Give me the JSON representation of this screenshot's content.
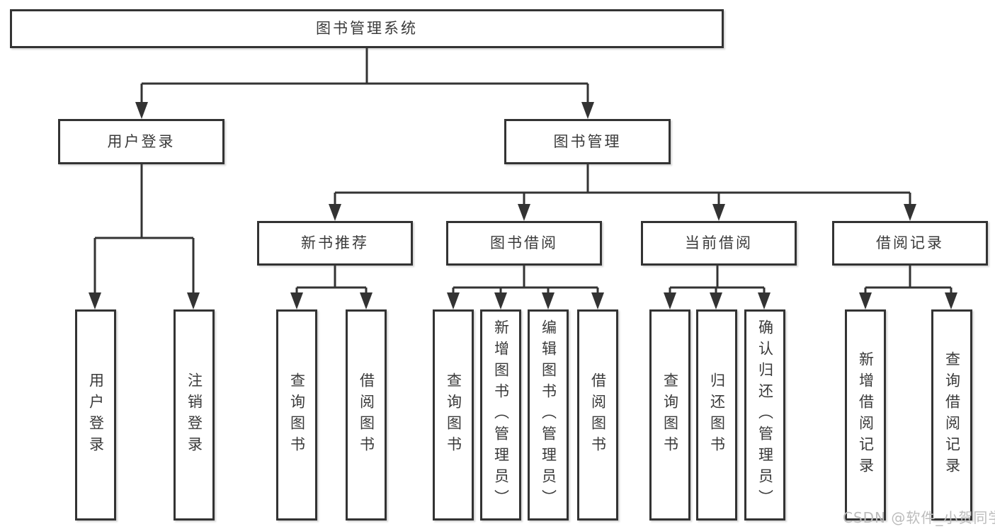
{
  "tree": {
    "root": {
      "label": "图书管理系统"
    },
    "branches": [
      {
        "label": "用户登录",
        "children": [
          {
            "label": "用户登录"
          },
          {
            "label": "注销登录"
          }
        ]
      },
      {
        "label": "图书管理",
        "children": [
          {
            "label": "新书推荐",
            "children": [
              {
                "label": "查询图书"
              },
              {
                "label": "借阅图书"
              }
            ]
          },
          {
            "label": "图书借阅",
            "children": [
              {
                "label": "查询图书"
              },
              {
                "label": "新增图书（管理员）"
              },
              {
                "label": "编辑图书（管理员）"
              },
              {
                "label": "借阅图书"
              }
            ]
          },
          {
            "label": "当前借阅",
            "children": [
              {
                "label": "查询图书"
              },
              {
                "label": "归还图书"
              },
              {
                "label": "确认归还（管理员）"
              }
            ]
          },
          {
            "label": "借阅记录",
            "children": [
              {
                "label": "新增借阅记录"
              },
              {
                "label": "查询借阅记录"
              }
            ]
          }
        ]
      }
    ]
  },
  "watermark": {
    "text": "CSDN @软件_小贺同学"
  },
  "colors": {
    "line": "#333333",
    "text": "#3a3a3a",
    "watermark": "#bcbcbc",
    "background": "#ffffff"
  }
}
